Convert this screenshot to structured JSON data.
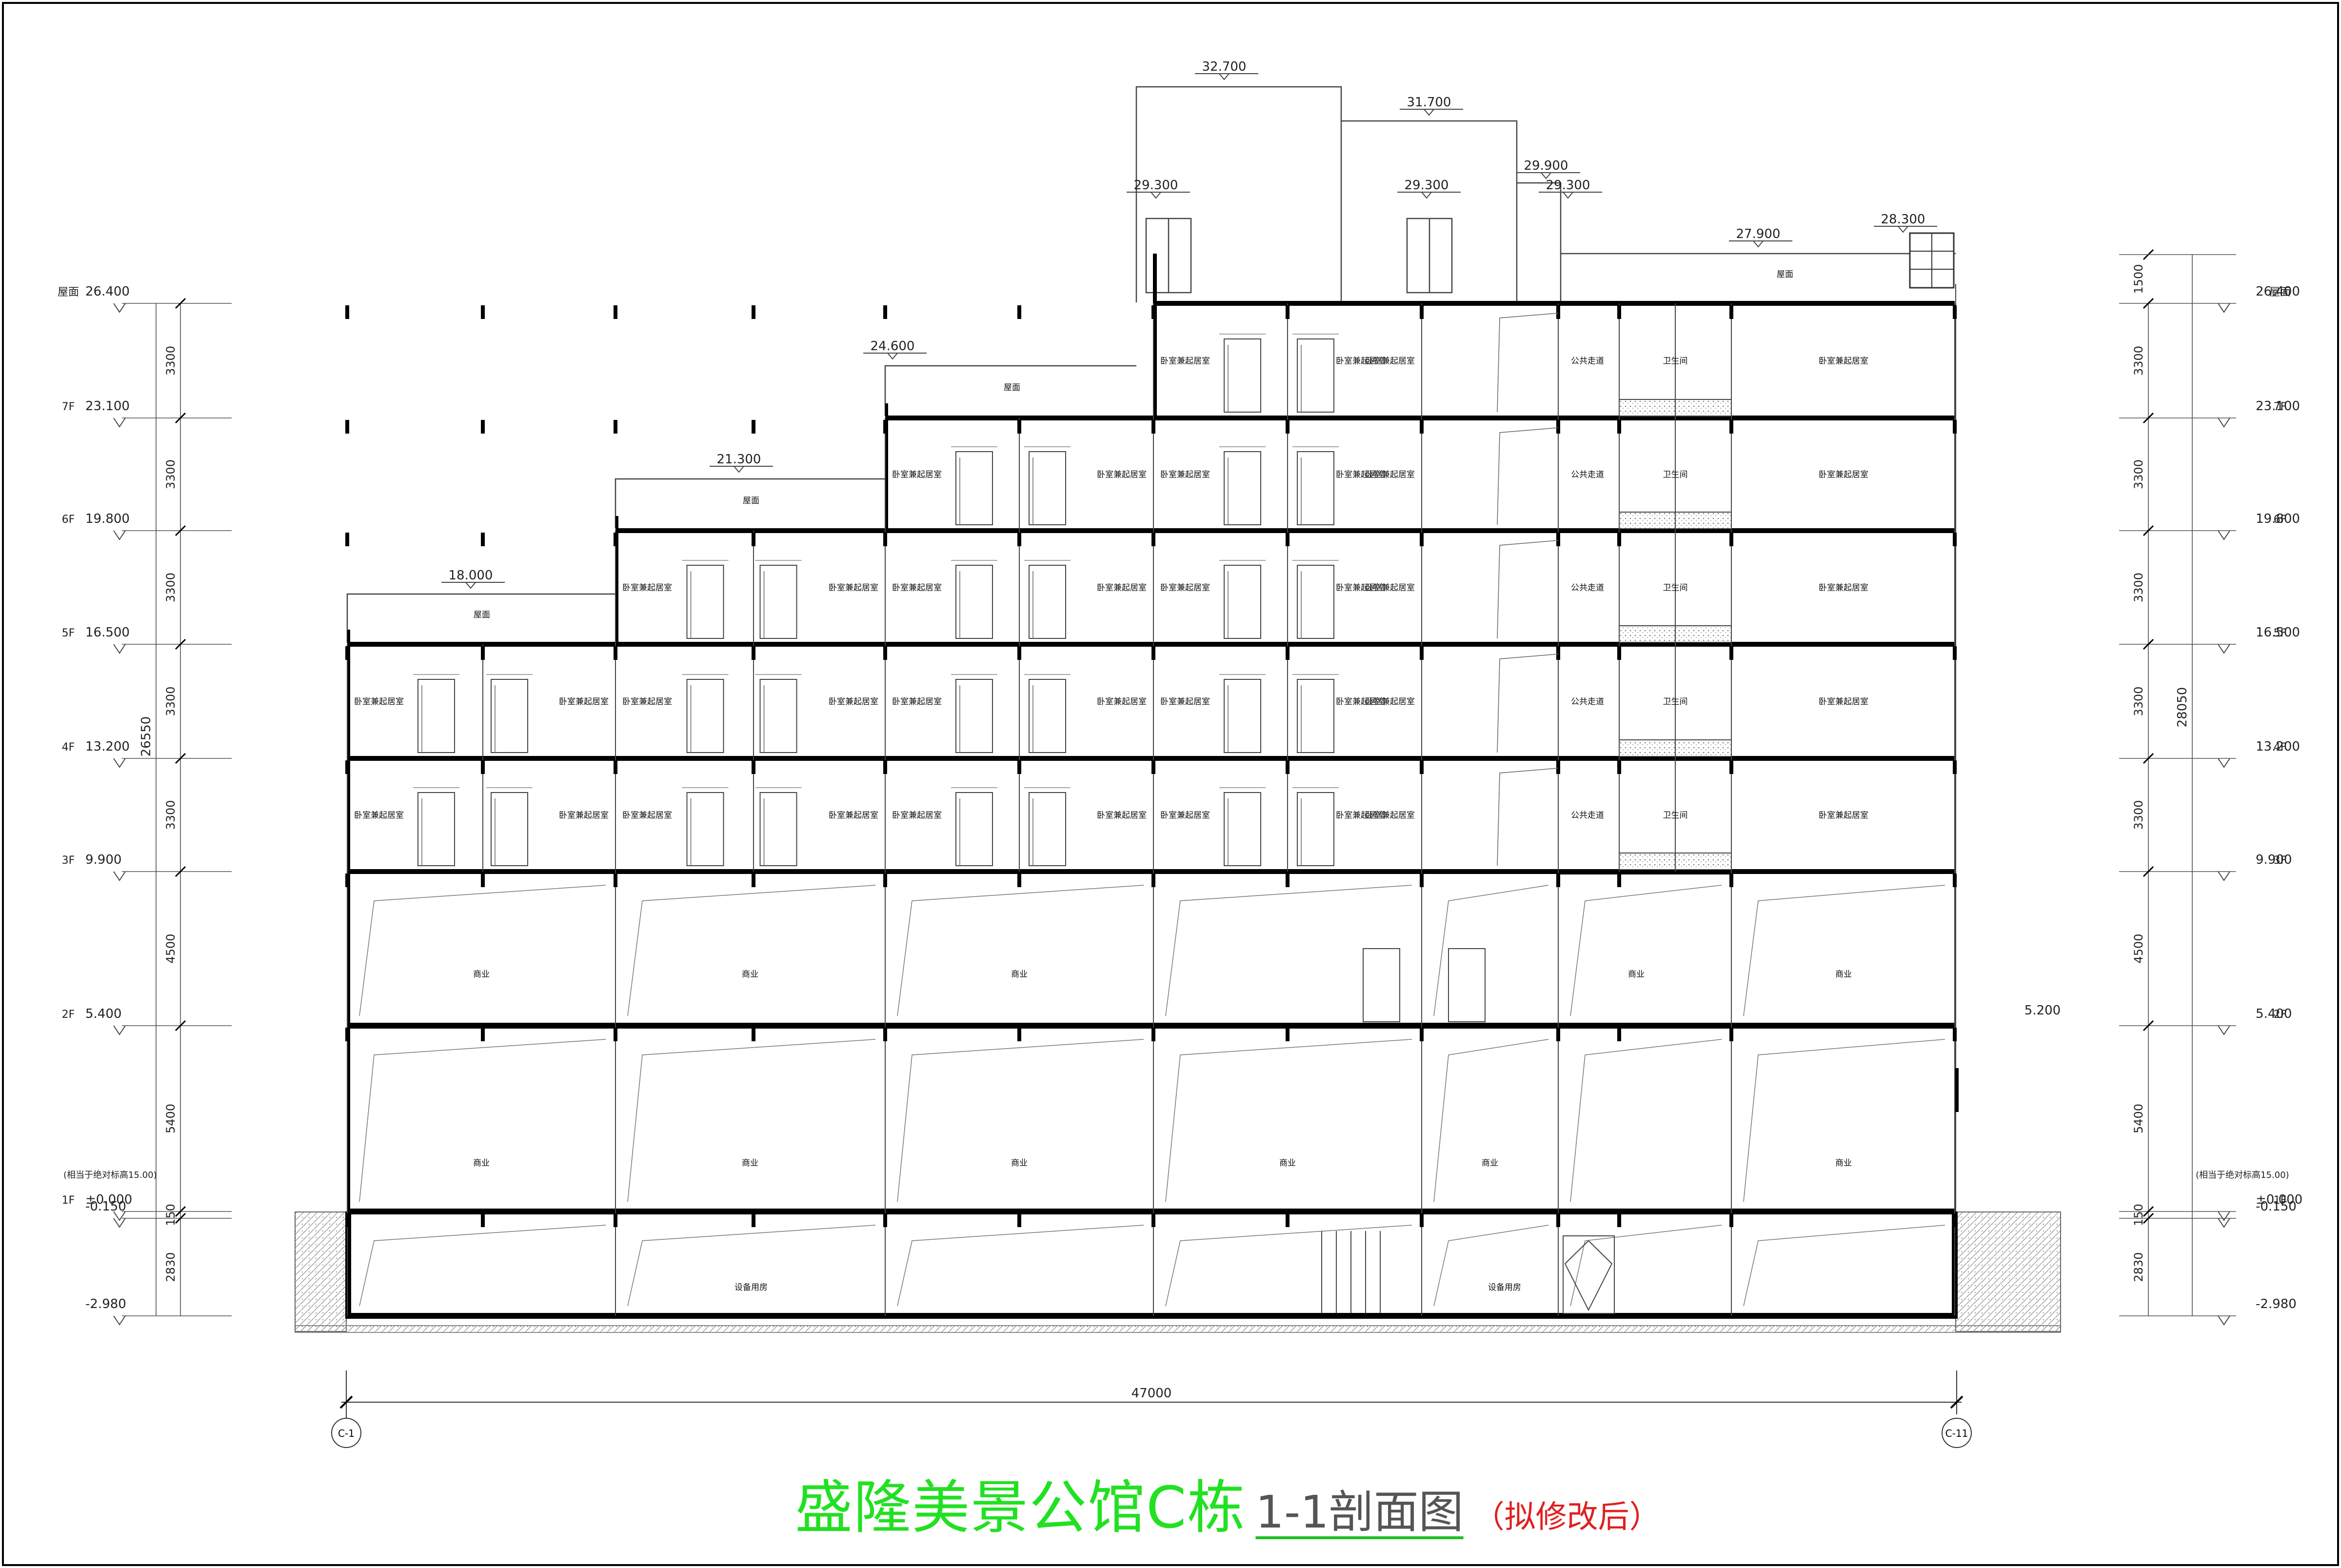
{
  "drawing": {
    "title": "盛隆美景公馆C栋",
    "subtitle": "1-1剖面图",
    "note": "（拟修改后）"
  },
  "levels_left": [
    {
      "floor": "屋面",
      "elev": "26.400"
    },
    {
      "floor": "7F",
      "elev": "23.100"
    },
    {
      "floor": "6F",
      "elev": "19.800"
    },
    {
      "floor": "5F",
      "elev": "16.500"
    },
    {
      "floor": "4F",
      "elev": "13.200"
    },
    {
      "floor": "3F",
      "elev": "9.900"
    },
    {
      "floor": "2F",
      "elev": "5.400"
    },
    {
      "floor": "1F",
      "elev": "±0.000"
    },
    {
      "floor": "",
      "elev": "-0.150"
    },
    {
      "floor": "",
      "elev": "-2.980"
    }
  ],
  "levels_right": [
    {
      "floor": "屋面",
      "elev": "26.400"
    },
    {
      "floor": "7F",
      "elev": "23.100"
    },
    {
      "floor": "6F",
      "elev": "19.800"
    },
    {
      "floor": "5F",
      "elev": "16.500"
    },
    {
      "floor": "4F",
      "elev": "13.200"
    },
    {
      "floor": "3F",
      "elev": "9.900"
    },
    {
      "floor": "2F",
      "elev": "5.400"
    },
    {
      "floor": "1F",
      "elev": "±0.000"
    },
    {
      "floor": "",
      "elev": "-0.150"
    },
    {
      "floor": "",
      "elev": "-2.980"
    }
  ],
  "abs_note": "(相当于绝对标高15.00)",
  "dims_left": [
    "3300",
    "3300",
    "3300",
    "3300",
    "3300",
    "4500",
    "5400",
    "150",
    "2830"
  ],
  "dims_right": [
    "1500",
    "3300",
    "3300",
    "3300",
    "3300",
    "3300",
    "4500",
    "5400",
    "150",
    "2830"
  ],
  "total_left": "26550",
  "total_right": "28050",
  "total_width": "47000",
  "axes": [
    "C-1",
    "C-11"
  ],
  "elevation_marks": [
    "32.700",
    "31.700",
    "29.300",
    "29.300",
    "29.900",
    "29.300",
    "27.900",
    "28.300",
    "24.600",
    "21.300",
    "18.000",
    "5.200"
  ],
  "room_labels": {
    "roof": "屋面",
    "bedroom": "卧室兼起居室",
    "corridor": "公共走道",
    "bathroom": "卫生间",
    "commercial": "商业",
    "equipment": "设备用房"
  },
  "colors": {
    "title": "#22e022",
    "note": "#e02020"
  }
}
